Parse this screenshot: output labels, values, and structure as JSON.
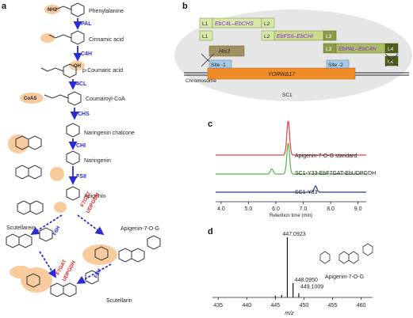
{
  "panels": {
    "a": "a",
    "b": "b",
    "c": "c",
    "d": "d"
  },
  "pathway": {
    "compounds": [
      "Phenylalanine",
      "Cinnamic acid",
      "p-Coumaric acid",
      "Coumaroyl-CoA",
      "Naringenin chalcone",
      "Naringenin",
      "Apigenin",
      "Scutellarein",
      "Apigenin-7-O-G",
      "Scutellarin"
    ],
    "enzymes": [
      "PAL",
      "C4H",
      "4CL",
      "CHS",
      "CHI",
      "FSII"
    ],
    "branch_enzymes": [
      "F7GAT",
      "UDPGDH",
      "F6H",
      "F7GAT",
      "UDPGDH",
      "F6H"
    ],
    "groups": [
      "NH2",
      "OH",
      "CoAS"
    ]
  },
  "construct": {
    "cassettes": [
      "EbC4L–EbCHS",
      "EbFSII–EbCHI",
      "EbPAL–EbC4H"
    ],
    "linkers": [
      "L1",
      "L2",
      "L2",
      "L3",
      "L3",
      "L4",
      "L1",
      "L4"
    ],
    "his": "His3",
    "sites": [
      "Site -1",
      "Site -2"
    ],
    "locus": "YORWΔ17",
    "chromosome": "Chromosome",
    "strain": "SC1"
  },
  "hplc": {
    "traces": [
      "Apigenin-7-O-G standard",
      "SC1-Y33-EbF7GAT-EbUDPGDH",
      "SC1-Y33"
    ],
    "colors": [
      "#e0443a",
      "#5ab34a",
      "#2a3c8c"
    ],
    "xlabel": "Retention time (min)"
  },
  "ms": {
    "peaks_labels": [
      "447.0923",
      "448.0950",
      "449.1009"
    ],
    "compound": "Apigenin-7-O-G",
    "xlabel": "m/z"
  },
  "chart_data": [
    {
      "type": "line",
      "title": "",
      "xlabel": "Retention time (min)",
      "ylabel": "",
      "xlim": [
        3.8,
        9.3
      ],
      "xticks": [
        "4.0",
        "5.0",
        "6.0",
        "7.0",
        "8.0",
        "9.0"
      ],
      "grid": false,
      "series": [
        {
          "name": "Apigenin-7-O-G standard",
          "peaks": [
            {
              "x": 6.45,
              "height": 1.0
            }
          ]
        },
        {
          "name": "SC1-Y33-EbF7GAT-EbUDPGDH",
          "peaks": [
            {
              "x": 6.45,
              "height": 0.9
            },
            {
              "x": 5.85,
              "height": 0.15
            }
          ]
        },
        {
          "name": "SC1-Y33",
          "peaks": [
            {
              "x": 7.45,
              "height": 0.18
            }
          ]
        }
      ]
    },
    {
      "type": "bar",
      "title": "",
      "xlabel": "m/z",
      "ylabel": "",
      "xlim": [
        434,
        462
      ],
      "xticks": [
        "435",
        "440",
        "445",
        "450",
        "455",
        "460"
      ],
      "grid": false,
      "x": [
        445.0,
        446.1,
        447.0923,
        448.095,
        449.1009
      ],
      "values": [
        0.03,
        0.04,
        1.0,
        0.24,
        0.07
      ],
      "labels": [
        "",
        "",
        "447.0923",
        "448.0950",
        "449.1009"
      ]
    }
  ]
}
